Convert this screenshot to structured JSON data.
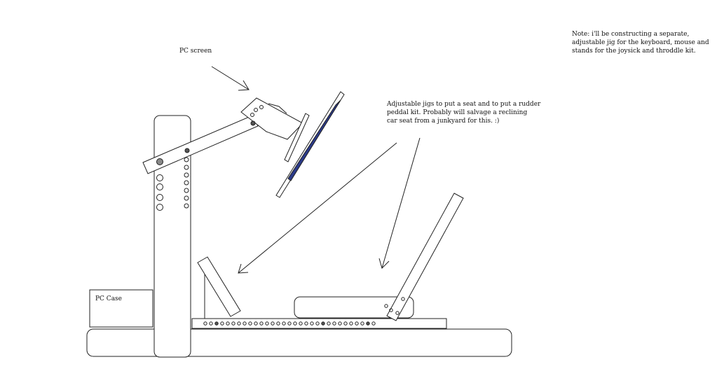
{
  "labels": {
    "pc_screen": "PC screen",
    "jigs_note": "Adjustable jigs to put a seat and to put a rudder\npeddal kit. Probably will salvage a reclining\ncar seat from a junkyard for this. :)",
    "top_note": "Note: i'll be constructing a separate,\nadjustable jig for the keyboard, mouse and\nstands for the joysick and throddle kit.",
    "pc_case": "PC Case"
  },
  "colors": {
    "line": "#222222",
    "screen_fill": "#2b3a8a",
    "background": "#ffffff"
  }
}
